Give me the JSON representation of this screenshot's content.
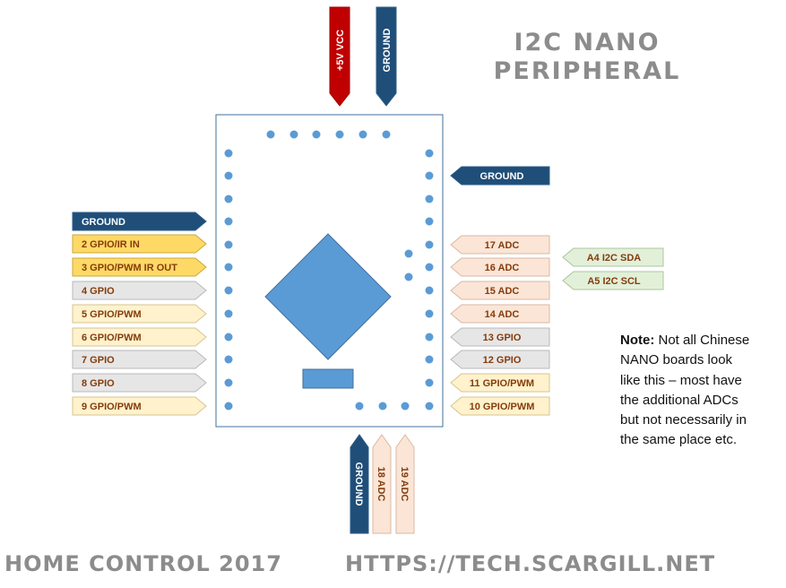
{
  "title": {
    "line1": "I2C NANO",
    "line2": "PERIPHERAL"
  },
  "footer": {
    "left": "HOME CONTROL 2017",
    "right": "HTTPS://TECH.SCARGILL.NET"
  },
  "note": {
    "label": "Note:",
    "text": " Not all Chinese NANO boards look like this – most have the additional ADCs but not necessarily in the same place etc."
  },
  "colors": {
    "dark_blue": "#1f4e79",
    "red": "#c00000",
    "yellow": "#ffd966",
    "light_yellow": "#fff2cc",
    "grey": "#e7e6e6",
    "peach": "#fbe5d6",
    "green": "#e2f0d9",
    "pin_dot": "#5b9bd5",
    "label_text": "#843c0c"
  },
  "top_pins": [
    {
      "label": "+5V VCC",
      "style": "red"
    },
    {
      "label": "GROUND",
      "style": "dark_blue"
    }
  ],
  "left_pins": [
    {
      "label": "GROUND",
      "style": "dark_blue"
    },
    {
      "label": "2 GPIO/IR IN",
      "style": "yellow"
    },
    {
      "label": "3 GPIO/PWM IR OUT",
      "style": "yellow"
    },
    {
      "label": "4 GPIO",
      "style": "grey"
    },
    {
      "label": "5 GPIO/PWM",
      "style": "light_yellow"
    },
    {
      "label": "6 GPIO/PWM",
      "style": "light_yellow"
    },
    {
      "label": "7 GPIO",
      "style": "grey"
    },
    {
      "label": "8 GPIO",
      "style": "grey"
    },
    {
      "label": "9 GPIO/PWM",
      "style": "light_yellow"
    }
  ],
  "right_pins": [
    {
      "label": "GROUND",
      "style": "dark_blue"
    },
    {
      "label": "17 ADC",
      "style": "peach"
    },
    {
      "label": "16 ADC",
      "style": "peach"
    },
    {
      "label": "15 ADC",
      "style": "peach"
    },
    {
      "label": "14 ADC",
      "style": "peach"
    },
    {
      "label": "13 GPIO",
      "style": "grey"
    },
    {
      "label": "12 GPIO",
      "style": "grey"
    },
    {
      "label": "11 GPIO/PWM",
      "style": "light_yellow"
    },
    {
      "label": "10 GPIO/PWM",
      "style": "light_yellow"
    }
  ],
  "i2c_pins": [
    {
      "label": "A4 I2C SDA",
      "style": "green"
    },
    {
      "label": "A5 I2C SCL",
      "style": "green"
    }
  ],
  "bottom_pins": [
    {
      "label": "GROUND",
      "style": "dark_blue"
    },
    {
      "label": "18 ADC",
      "style": "peach"
    },
    {
      "label": "19 ADC",
      "style": "peach"
    }
  ]
}
